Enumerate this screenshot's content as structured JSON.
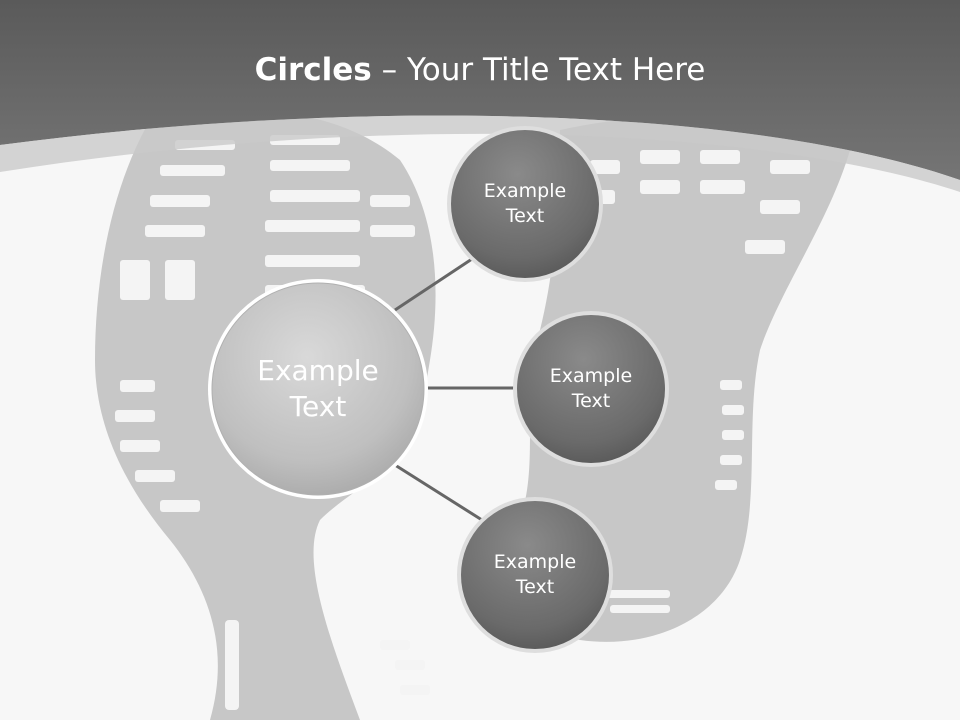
{
  "slide": {
    "title_bold": "Circles",
    "title_rest": " – Your Title Text Here"
  },
  "center_node": {
    "line1": "Example",
    "line2": "Text"
  },
  "nodes": [
    {
      "line1": "Example",
      "line2": "Text"
    },
    {
      "line1": "Example",
      "line2": "Text"
    },
    {
      "line1": "Example",
      "line2": "Text"
    }
  ],
  "colors": {
    "header": "#6b6b6b",
    "background": "#f7f7f7",
    "footprint": "#c4c4c4",
    "center_circle": "#bdbdbd",
    "small_circle": "#6a6a6a",
    "connector": "#666666"
  }
}
